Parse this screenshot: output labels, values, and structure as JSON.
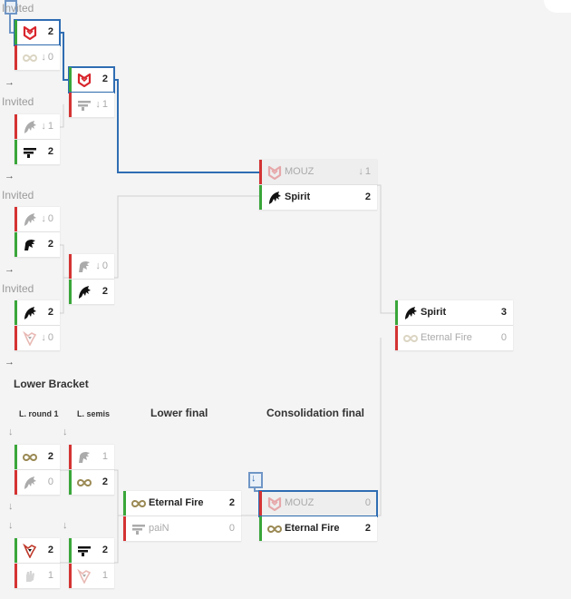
{
  "labels": {
    "invited": "Invited",
    "lower_bracket": "Lower Bracket",
    "l_round_1": "L. round 1",
    "l_semis": "L. semis",
    "lower_final": "Lower final",
    "consolidation_final": "Consolidation final"
  },
  "glyphs": {
    "arrow_right": "→",
    "arrow_down": "↓"
  },
  "matches": {
    "ub_qf1": {
      "top": {
        "name": "",
        "logo": "mouz",
        "score": "2"
      },
      "bottom": {
        "name": "",
        "logo": "eternal",
        "score": "0",
        "dl": "↓"
      }
    },
    "ub_qf2": {
      "top": {
        "name": "",
        "logo": "spirit",
        "score": "1",
        "dl": "↓"
      },
      "bottom": {
        "name": "",
        "logo": "pain",
        "score": "2"
      }
    },
    "ub_qf3": {
      "top": {
        "name": "",
        "logo": "spirit",
        "score": "0",
        "dl": "↓"
      },
      "bottom": {
        "name": "",
        "logo": "furia",
        "score": "2"
      }
    },
    "ub_qf4": {
      "top": {
        "name": "",
        "logo": "spirit",
        "score": "2"
      },
      "bottom": {
        "name": "",
        "logo": "flame",
        "score": "0",
        "dl": "↓"
      }
    },
    "ub_sf1": {
      "top": {
        "name": "",
        "logo": "mouz",
        "score": "2"
      },
      "bottom": {
        "name": "",
        "logo": "pain",
        "score": "1",
        "dl": "↓"
      }
    },
    "ub_sf2": {
      "top": {
        "name": "",
        "logo": "furia",
        "score": "0",
        "dl": "↓"
      },
      "bottom": {
        "name": "",
        "logo": "spirit",
        "score": "2"
      }
    },
    "ub_final": {
      "top": {
        "name": "MOUZ",
        "logo": "mouz",
        "score": "1",
        "dl": "↓"
      },
      "bottom": {
        "name": "Spirit",
        "logo": "spirit",
        "score": "2"
      }
    },
    "grand_final": {
      "top": {
        "name": "Spirit",
        "logo": "spirit",
        "score": "3"
      },
      "bottom": {
        "name": "Eternal Fire",
        "logo": "eternal",
        "score": "0"
      }
    },
    "lr1_a": {
      "top": {
        "name": "",
        "logo": "eternal",
        "score": "2"
      },
      "bottom": {
        "name": "",
        "logo": "spirit",
        "score": "0"
      }
    },
    "lr1_b": {
      "top": {
        "name": "",
        "logo": "flame",
        "score": "2"
      },
      "bottom": {
        "name": "",
        "logo": "hand",
        "score": "1"
      }
    },
    "ls_a": {
      "top": {
        "name": "",
        "logo": "furia",
        "score": "1"
      },
      "bottom": {
        "name": "",
        "logo": "eternal",
        "score": "2"
      }
    },
    "ls_b": {
      "top": {
        "name": "",
        "logo": "pain",
        "score": "2"
      },
      "bottom": {
        "name": "",
        "logo": "flame",
        "score": "1"
      }
    },
    "lower_final": {
      "top": {
        "name": "Eternal Fire",
        "logo": "eternal",
        "score": "2"
      },
      "bottom": {
        "name": "paiN",
        "logo": "pain",
        "score": "0"
      }
    },
    "consolidation_final": {
      "top": {
        "name": "MOUZ",
        "logo": "mouz",
        "score": "0"
      },
      "bottom": {
        "name": "Eternal Fire",
        "logo": "eternal",
        "score": "2"
      }
    }
  },
  "colors": {
    "win": "#3aa63a",
    "loss": "#d43333",
    "highlight": "#2f6db3",
    "mouz_red": "#d8252b"
  }
}
